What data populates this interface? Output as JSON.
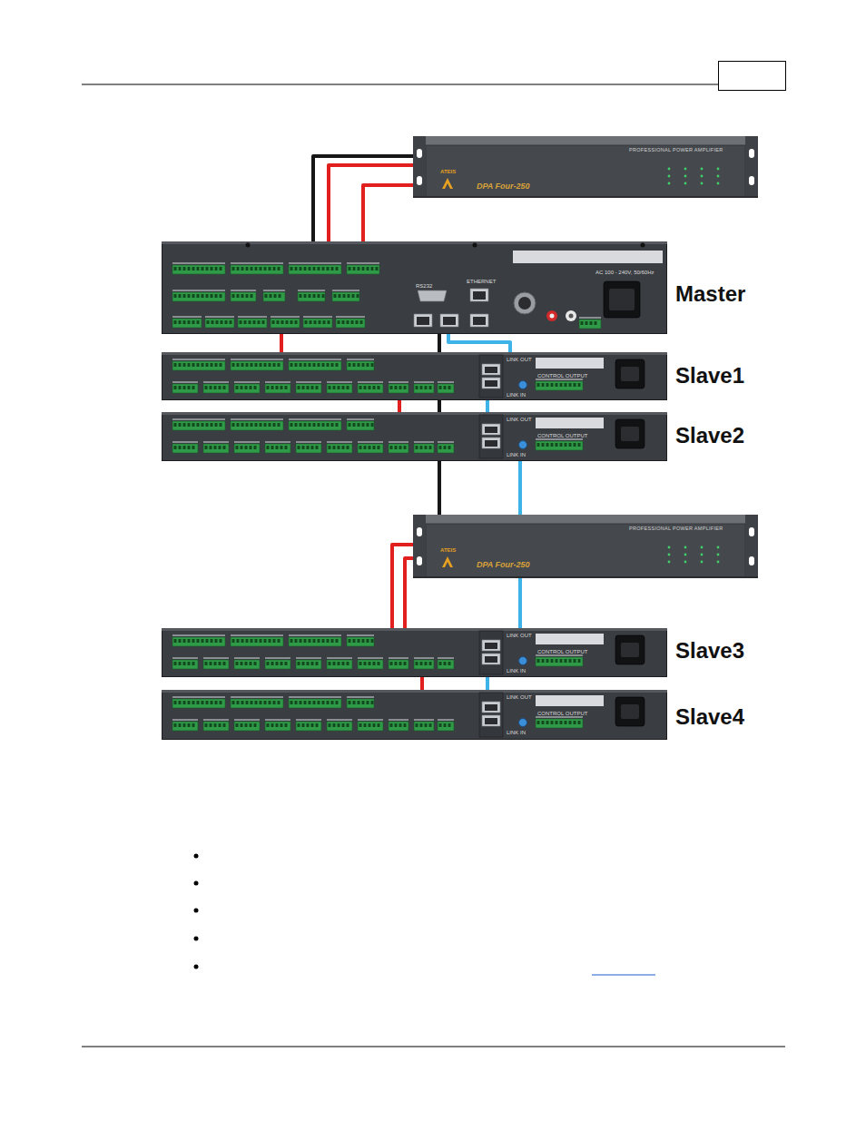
{
  "diagram": {
    "nodes": [
      {
        "text": [
          "ATEIS",
          "DPA Four-250",
          "PROFESSIONAL POWER AMPLIFIER"
        ]
      },
      {
        "text": [
          "Master"
        ]
      },
      {
        "text": [
          "Slave1"
        ]
      },
      {
        "text": [
          "Slave2"
        ]
      },
      {
        "text": [
          "ATEIS",
          "DPA Four-250",
          "PROFESSIONAL POWER AMPLIFIER"
        ]
      },
      {
        "text": [
          "Slave3"
        ]
      },
      {
        "text": [
          "Slave4"
        ]
      }
    ],
    "edges": [
      {
        "from": 0,
        "to": 1,
        "arrow": "none"
      },
      {
        "from": 0,
        "to": 1,
        "arrow": "none"
      },
      {
        "from": 0,
        "to": 1,
        "arrow": "none"
      },
      {
        "from": 1,
        "to": 4,
        "arrow": "none"
      },
      {
        "from": 1,
        "to": 2,
        "arrow": "none"
      },
      {
        "from": 1,
        "to": 2,
        "arrow": "none"
      },
      {
        "from": 2,
        "to": 3,
        "arrow": "none"
      },
      {
        "from": 2,
        "to": 3,
        "arrow": "none"
      },
      {
        "from": 3,
        "to": 5,
        "arrow": "none"
      },
      {
        "from": 4,
        "to": 5,
        "arrow": "none"
      },
      {
        "from": 4,
        "to": 5,
        "arrow": "none"
      },
      {
        "from": 5,
        "to": 6,
        "arrow": "none"
      },
      {
        "from": 5,
        "to": 6,
        "arrow": "none"
      }
    ],
    "labels": [
      "RS232",
      "ETHERNET",
      "AC 100 - 240V, 50/60Hz",
      "LINK OUT",
      "LINK IN",
      "CONTROL OUTPUT",
      "LINK OUT",
      "LINK IN",
      "CONTROL OUTPUT",
      "LINK OUT",
      "LINK IN",
      "CONTROL OUTPUT",
      "LINK OUT",
      "LINK IN",
      "CONTROL OUTPUT"
    ]
  }
}
